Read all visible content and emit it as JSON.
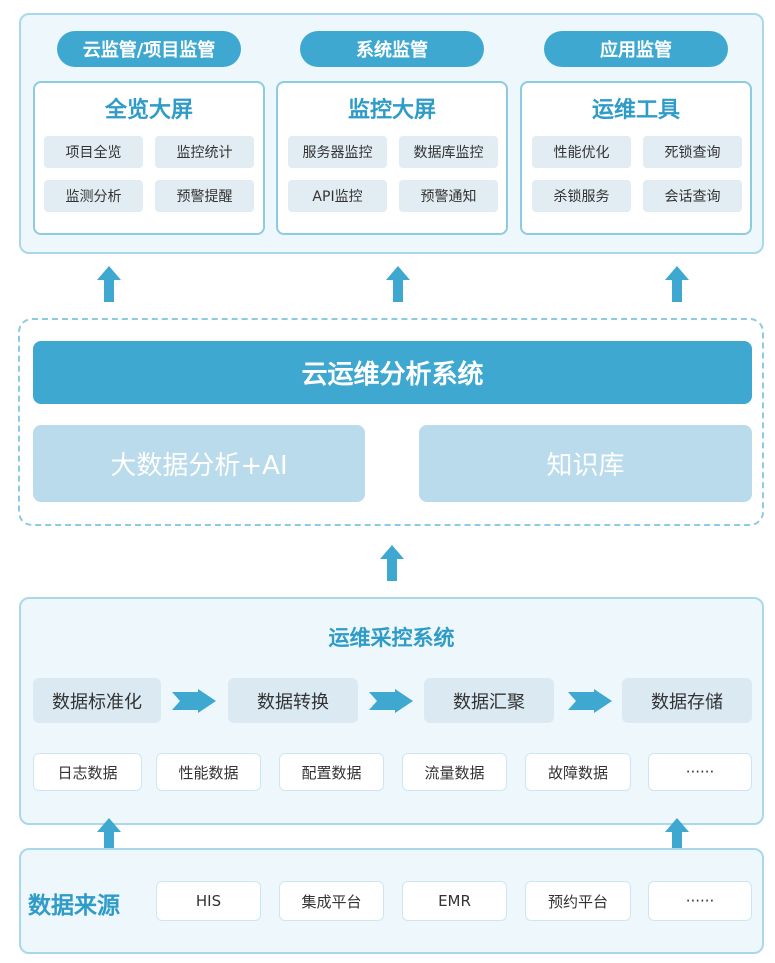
{
  "top": {
    "pills": [
      "云监管/项目监管",
      "系统监管",
      "应用监管"
    ],
    "cards": [
      {
        "title": "全览大屏",
        "items": [
          "项目全览",
          "监控统计",
          "监测分析",
          "预警提醒"
        ]
      },
      {
        "title": "监控大屏",
        "items": [
          "服务器监控",
          "数据库监控",
          "API监控",
          "预警通知"
        ]
      },
      {
        "title": "运维工具",
        "items": [
          "性能优化",
          "死锁查询",
          "杀锁服务",
          "会话查询"
        ]
      }
    ]
  },
  "middle": {
    "title": "云运维分析系统",
    "left": "大数据分析+AI",
    "right": "知识库"
  },
  "collect": {
    "title": "运维采控系统",
    "flow": [
      "数据标准化",
      "数据转换",
      "数据汇聚",
      "数据存储"
    ],
    "types": [
      "日志数据",
      "性能数据",
      "配置数据",
      "流量数据",
      "故障数据",
      "······"
    ]
  },
  "sources": {
    "label": "数据来源",
    "items": [
      "HIS",
      "集成平台",
      "EMR",
      "预约平台",
      "······"
    ]
  },
  "colors": {
    "primary": "#3ea8d0",
    "light": "#b9dbeb",
    "panel": "#eef7fb",
    "border": "#a9d8ea"
  }
}
